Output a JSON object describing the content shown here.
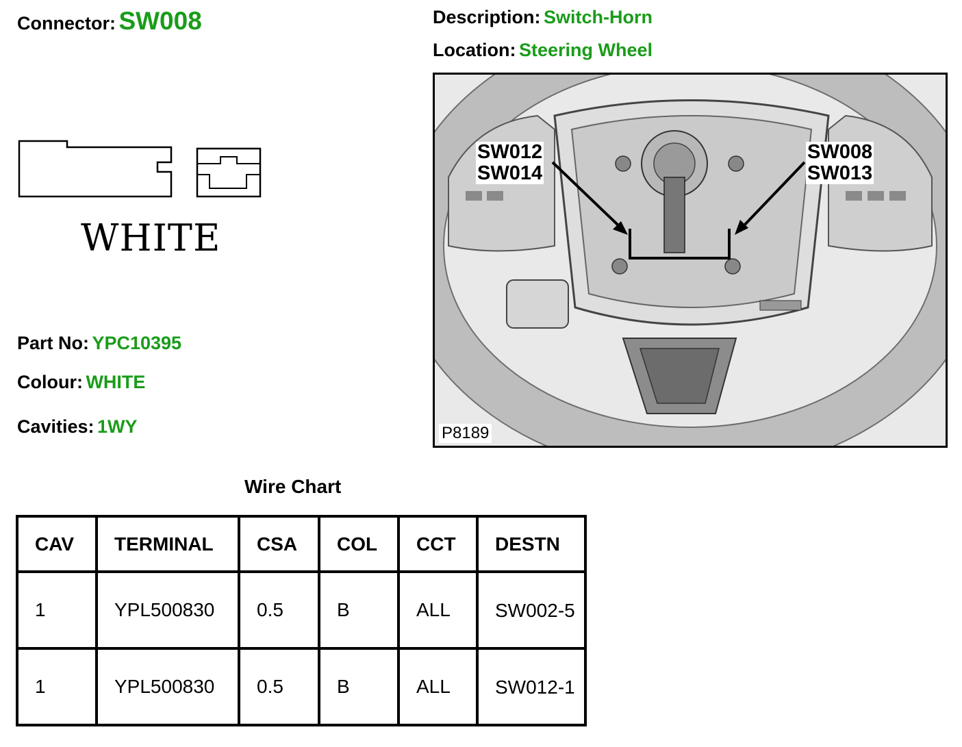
{
  "header": {
    "connector_label": "Connector:",
    "connector_value": "SW008",
    "description_label": "Description:",
    "description_value": "Switch-Horn",
    "location_label": "Location:",
    "location_value": "Steering Wheel"
  },
  "connector": {
    "color_text": "WHITE"
  },
  "details": {
    "part_label": "Part No:",
    "part_value": "YPC10395",
    "colour_label": "Colour:",
    "colour_value": "WHITE",
    "cavities_label": "Cavities:",
    "cavities_value": "1WY"
  },
  "image": {
    "callout_left": [
      "SW012",
      "SW014"
    ],
    "callout_right": [
      "SW008",
      "SW013"
    ],
    "figure_id": "P8189"
  },
  "wire_chart": {
    "title": "Wire Chart",
    "columns": [
      "CAV",
      "TERMINAL",
      "CSA",
      "COL",
      "CCT",
      "DESTN"
    ],
    "rows": [
      {
        "cav": "1",
        "terminal": "YPL500830",
        "csa": "0.5",
        "col": "B",
        "cct": "ALL",
        "destn": "SW002-5"
      },
      {
        "cav": "1",
        "terminal": "YPL500830",
        "csa": "0.5",
        "col": "B",
        "cct": "ALL",
        "destn": "SW012-1"
      }
    ]
  },
  "colors": {
    "value_green": "#1a9c1a",
    "text": "#000000",
    "background": "#ffffff"
  }
}
